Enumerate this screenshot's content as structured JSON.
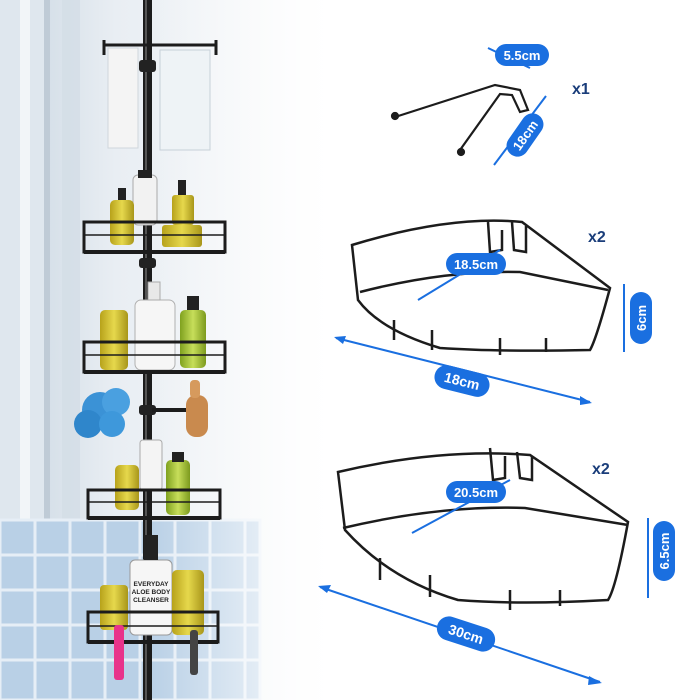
{
  "product_image": {
    "hook_dimension_labels": {
      "width": "5.5cm",
      "height": "18cm"
    },
    "hook_quantity": "x1",
    "small_basket": {
      "quantity": "x2",
      "depth": "18.5cm",
      "width": "18cm",
      "height": "6cm"
    },
    "large_basket": {
      "quantity": "x2",
      "depth": "20.5cm",
      "width": "30cm",
      "height": "6.5cm"
    },
    "product_labels": {
      "line1": "EVERYDAY",
      "line2": "ALOE BODY",
      "line3": "CLEANSER"
    },
    "colors": {
      "accent": "#1a6fe0",
      "rack_metal": "#1c1c1c",
      "tile": "#b9d0e6"
    }
  }
}
